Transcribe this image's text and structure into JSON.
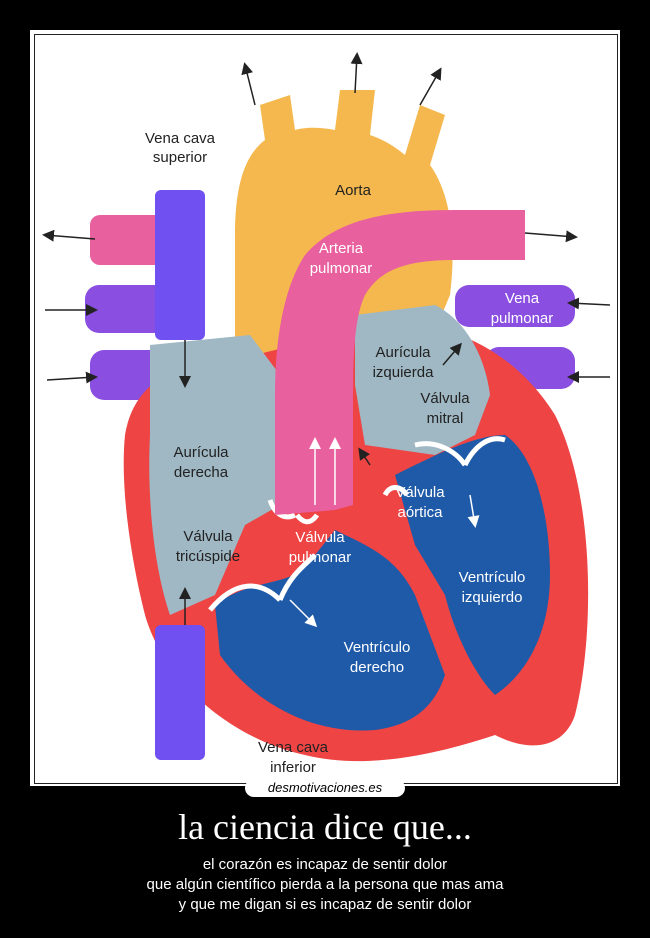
{
  "labels": {
    "vena_cava_superior": [
      "Vena cava",
      "superior"
    ],
    "aorta": [
      "Aorta"
    ],
    "arteria_pulmonar": [
      "Arteria",
      "pulmonar"
    ],
    "vena_pulmonar": [
      "Vena",
      "pulmonar"
    ],
    "auricula_izquierda": [
      "Aurícula",
      "izquierda"
    ],
    "valvula_mitral": [
      "Válvula",
      "mitral"
    ],
    "auricula_derecha": [
      "Aurícula",
      "derecha"
    ],
    "valvula_aortica": [
      "Válvula",
      "aórtica"
    ],
    "valvula_tricuspide": [
      "Válvula",
      "tricúspide"
    ],
    "valvula_pulmonar": [
      "Válvula",
      "pulmonar"
    ],
    "ventriculo_izquierdo": [
      "Ventrículo",
      "izquierdo"
    ],
    "ventriculo_derecho": [
      "Ventrículo",
      "derecho"
    ],
    "vena_cava_inferior": [
      "Vena cava",
      "inferior"
    ]
  },
  "watermark": "desmotivaciones.es",
  "caption": {
    "title": "la ciencia dice que...",
    "lines": [
      "el corazón es incapaz de sentir dolor",
      "que algún científico pierda a la persona que mas ama",
      "y que me digan si es incapaz  de sentir dolor"
    ]
  },
  "colors": {
    "aorta": "#f5b84e",
    "pulmonary_artery": "#e8609e",
    "vena_cava": "#7050f0",
    "pulmonary_vein": "#8a4ee0",
    "atrium": "#9fb8c4",
    "ventricle": "#1f5aa8",
    "muscle": "#ee4444"
  }
}
